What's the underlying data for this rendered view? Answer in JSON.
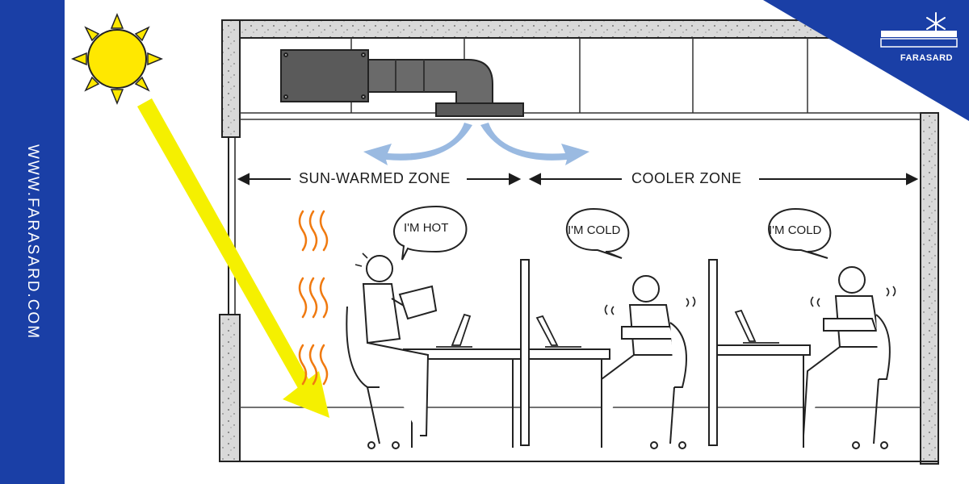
{
  "brand": {
    "url": "WWW.FARASARD.COM",
    "logo_text": "FARASARD",
    "accent_color": "#1a3fa6"
  },
  "zones": {
    "warm": "SUN-WARMED ZONE",
    "cool": "COOLER ZONE"
  },
  "speech": [
    {
      "text": "I'M HOT"
    },
    {
      "text": "I'M COLD"
    },
    {
      "text": "I'M COLD"
    }
  ],
  "colors": {
    "sun": "#ffe800",
    "sunbeam": "#f5f000",
    "heat_waves": "#f07a10",
    "duct": "#5a5a5a",
    "airflow": "#8fb2de",
    "wall": "#d9d9d9"
  },
  "icons": [
    "sun-icon",
    "snowflake-icon",
    "speech-bubble",
    "desk-fan-icon"
  ]
}
